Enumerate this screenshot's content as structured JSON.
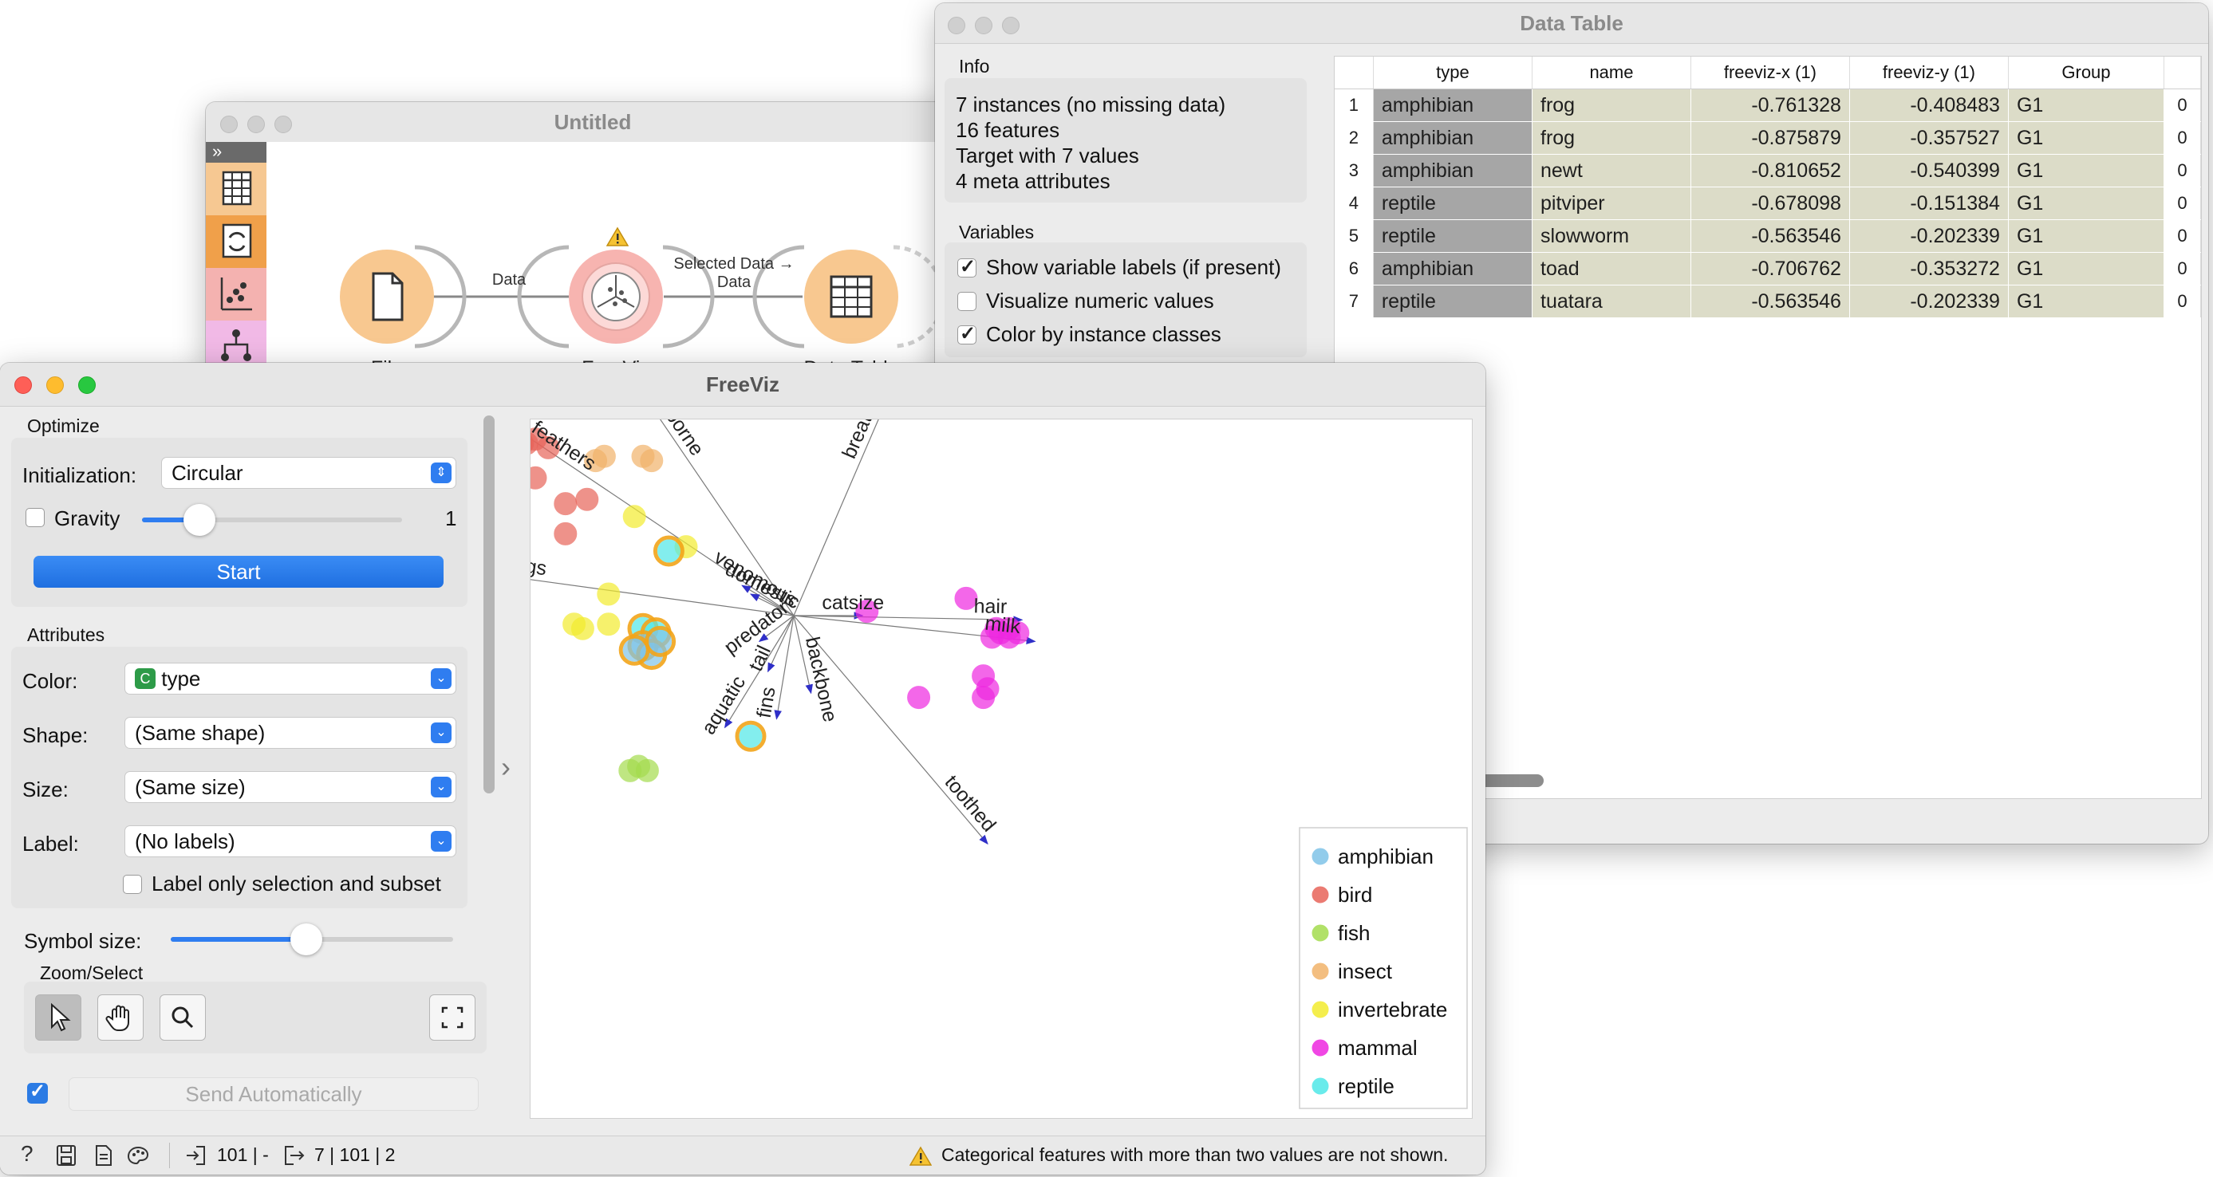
{
  "canvas_window": {
    "title": "Untitled",
    "nodes": [
      {
        "label": "File",
        "icon": "file-icon"
      },
      {
        "label": "FreeViz",
        "icon": "freeviz-icon"
      },
      {
        "label": "Data Table",
        "icon": "table-icon"
      }
    ],
    "links": [
      {
        "label": "Data"
      },
      {
        "label_line1": "Selected Data →",
        "label_line2": "Data"
      }
    ],
    "warning_icon": "warning-icon",
    "toolbox_icons": [
      "collapse-icon",
      "data-category-icon",
      "transform-category-icon",
      "visualize-category-icon",
      "model-category-icon"
    ]
  },
  "data_table_window": {
    "title": "Data Table",
    "info": {
      "heading": "Info",
      "lines": [
        "7 instances (no missing data)",
        "16 features",
        "Target with 7 values",
        "4 meta attributes"
      ]
    },
    "variables": {
      "heading": "Variables",
      "options": [
        {
          "label": "Show variable labels (if present)",
          "checked": true
        },
        {
          "label": "Visualize numeric values",
          "checked": false
        },
        {
          "label": "Color by instance classes",
          "checked": true
        }
      ]
    },
    "columns": [
      "type",
      "name",
      "freeviz-x (1)",
      "freeviz-y (1)",
      "Group"
    ],
    "rows": [
      {
        "idx": "1",
        "type": "amphibian",
        "name": "frog",
        "x": "-0.761328",
        "y": "-0.408483",
        "group": "G1",
        "extra": "0"
      },
      {
        "idx": "2",
        "type": "amphibian",
        "name": "frog",
        "x": "-0.875879",
        "y": "-0.357527",
        "group": "G1",
        "extra": "0"
      },
      {
        "idx": "3",
        "type": "amphibian",
        "name": "newt",
        "x": "-0.810652",
        "y": "-0.540399",
        "group": "G1",
        "extra": "0"
      },
      {
        "idx": "4",
        "type": "reptile",
        "name": "pitviper",
        "x": "-0.678098",
        "y": "-0.151384",
        "group": "G1",
        "extra": "0"
      },
      {
        "idx": "5",
        "type": "reptile",
        "name": "slowworm",
        "x": "-0.563546",
        "y": "-0.202339",
        "group": "G1",
        "extra": "0"
      },
      {
        "idx": "6",
        "type": "amphibian",
        "name": "toad",
        "x": "-0.706762",
        "y": "-0.353272",
        "group": "G1",
        "extra": "0"
      },
      {
        "idx": "7",
        "type": "reptile",
        "name": "tuatara",
        "x": "-0.563546",
        "y": "-0.202339",
        "group": "G1",
        "extra": "0"
      }
    ]
  },
  "freeviz_window": {
    "title": "FreeViz",
    "optimize": {
      "heading": "Optimize",
      "init_label": "Initialization:",
      "init_value": "Circular",
      "gravity_label": "Gravity",
      "gravity_checked": false,
      "gravity_value": "1",
      "gravity_level": 0.22,
      "start_label": "Start"
    },
    "attributes": {
      "heading": "Attributes",
      "color_label": "Color:",
      "color_badge": "C",
      "color_value": "type",
      "shape_label": "Shape:",
      "shape_value": "(Same shape)",
      "size_label": "Size:",
      "size_value": "(Same size)",
      "label_label": "Label:",
      "label_value": "(No labels)",
      "label_only_text": "Label only selection and subset",
      "label_only_checked": false
    },
    "symbol_size_label": "Symbol size:",
    "symbol_size_level": 0.48,
    "zoom_select_label": "Zoom/Select",
    "zoom_tools": [
      "pointer-icon",
      "hand-icon",
      "magnifier-icon",
      "fit-icon"
    ],
    "send_auto_checked": true,
    "send_label": "Send Automatically",
    "status": {
      "in_count": "101 | -",
      "out_count": "7 | 101 | 2",
      "warning": "Categorical features with more than two values are not shown."
    }
  },
  "chart_data": {
    "type": "scatter",
    "anchors": [
      {
        "name": "feathers",
        "tip": [
          -0.64,
          0.43
        ]
      },
      {
        "name": "airborne",
        "tip": [
          -0.34,
          0.5
        ]
      },
      {
        "name": "breathes",
        "tip": [
          0.22,
          0.51
        ]
      },
      {
        "name": "eggs",
        "tip": [
          -0.73,
          0.1
        ]
      },
      {
        "name": "venomous",
        "tip": [
          -0.12,
          0.07
        ]
      },
      {
        "name": "domestic",
        "tip": [
          -0.1,
          0.05
        ]
      },
      {
        "name": "catsize",
        "tip": [
          0.16,
          0.0
        ]
      },
      {
        "name": "hair",
        "tip": [
          0.53,
          -0.01
        ]
      },
      {
        "name": "milk",
        "tip": [
          0.56,
          -0.06
        ]
      },
      {
        "name": "predator",
        "tip": [
          -0.08,
          -0.06
        ]
      },
      {
        "name": "tail",
        "tip": [
          -0.06,
          -0.13
        ]
      },
      {
        "name": "backbone",
        "tip": [
          0.04,
          -0.18
        ]
      },
      {
        "name": "aquatic",
        "tip": [
          -0.16,
          -0.26
        ]
      },
      {
        "name": "fins",
        "tip": [
          -0.04,
          -0.24
        ]
      },
      {
        "name": "toothed",
        "tip": [
          0.45,
          -0.53
        ]
      }
    ],
    "points": [
      {
        "c": "bird",
        "x": -0.62,
        "y": 0.4
      },
      {
        "c": "bird",
        "x": -0.6,
        "y": 0.41
      },
      {
        "c": "bird",
        "x": -0.57,
        "y": 0.39
      },
      {
        "c": "bird",
        "x": -0.64,
        "y": 0.3
      },
      {
        "c": "bird",
        "x": -0.6,
        "y": 0.32
      },
      {
        "c": "bird",
        "x": -0.53,
        "y": 0.26
      },
      {
        "c": "bird",
        "x": -0.48,
        "y": 0.27
      },
      {
        "c": "bird",
        "x": -0.53,
        "y": 0.19
      },
      {
        "c": "bird",
        "x": -0.63,
        "y": 0.4
      },
      {
        "c": "insect",
        "x": -0.44,
        "y": 0.37
      },
      {
        "c": "insect",
        "x": -0.35,
        "y": 0.37
      },
      {
        "c": "insect",
        "x": -0.33,
        "y": 0.36
      },
      {
        "c": "insect",
        "x": -0.46,
        "y": 0.36
      },
      {
        "c": "invertebrate",
        "x": -0.37,
        "y": 0.23
      },
      {
        "c": "invertebrate",
        "x": -0.25,
        "y": 0.16
      },
      {
        "c": "invertebrate",
        "x": -0.43,
        "y": 0.05
      },
      {
        "c": "invertebrate",
        "x": -0.51,
        "y": -0.02
      },
      {
        "c": "invertebrate",
        "x": -0.49,
        "y": -0.03
      },
      {
        "c": "invertebrate",
        "x": -0.43,
        "y": -0.02
      },
      {
        "c": "reptile",
        "x": -0.29,
        "y": 0.15
      },
      {
        "c": "reptile",
        "x": -0.35,
        "y": -0.03
      },
      {
        "c": "reptile",
        "x": -0.32,
        "y": -0.04
      },
      {
        "c": "reptile",
        "x": -0.1,
        "y": -0.28
      },
      {
        "c": "amphibian",
        "x": -0.35,
        "y": -0.07
      },
      {
        "c": "amphibian",
        "x": -0.33,
        "y": -0.09
      },
      {
        "c": "amphibian",
        "x": -0.37,
        "y": -0.08
      },
      {
        "c": "amphibian",
        "x": -0.31,
        "y": -0.06
      },
      {
        "c": "fish",
        "x": -0.38,
        "y": -0.36
      },
      {
        "c": "fish",
        "x": -0.36,
        "y": -0.35
      },
      {
        "c": "fish",
        "x": -0.34,
        "y": -0.36
      },
      {
        "c": "mammal",
        "x": 0.17,
        "y": 0.01
      },
      {
        "c": "mammal",
        "x": 0.4,
        "y": 0.04
      },
      {
        "c": "mammal",
        "x": 0.47,
        "y": -0.03
      },
      {
        "c": "mammal",
        "x": 0.48,
        "y": -0.04
      },
      {
        "c": "mammal",
        "x": 0.5,
        "y": -0.03
      },
      {
        "c": "mammal",
        "x": 0.52,
        "y": -0.04
      },
      {
        "c": "mammal",
        "x": 0.5,
        "y": -0.05
      },
      {
        "c": "mammal",
        "x": 0.46,
        "y": -0.05
      },
      {
        "c": "mammal",
        "x": 0.44,
        "y": -0.14
      },
      {
        "c": "mammal",
        "x": 0.45,
        "y": -0.17
      },
      {
        "c": "mammal",
        "x": 0.44,
        "y": -0.19
      },
      {
        "c": "mammal",
        "x": 0.29,
        "y": -0.19
      }
    ],
    "selected_classes": [
      "amphibian",
      "reptile"
    ],
    "legend": [
      {
        "label": "amphibian",
        "color": "#7fc4e8"
      },
      {
        "label": "bird",
        "color": "#e8645a"
      },
      {
        "label": "fish",
        "color": "#a4dc4e"
      },
      {
        "label": "insect",
        "color": "#f2b36a"
      },
      {
        "label": "invertebrate",
        "color": "#f3ec2e"
      },
      {
        "label": "mammal",
        "color": "#ee28e0"
      },
      {
        "label": "reptile",
        "color": "#50e8e8"
      }
    ],
    "legend_placement": "bottom-right"
  }
}
